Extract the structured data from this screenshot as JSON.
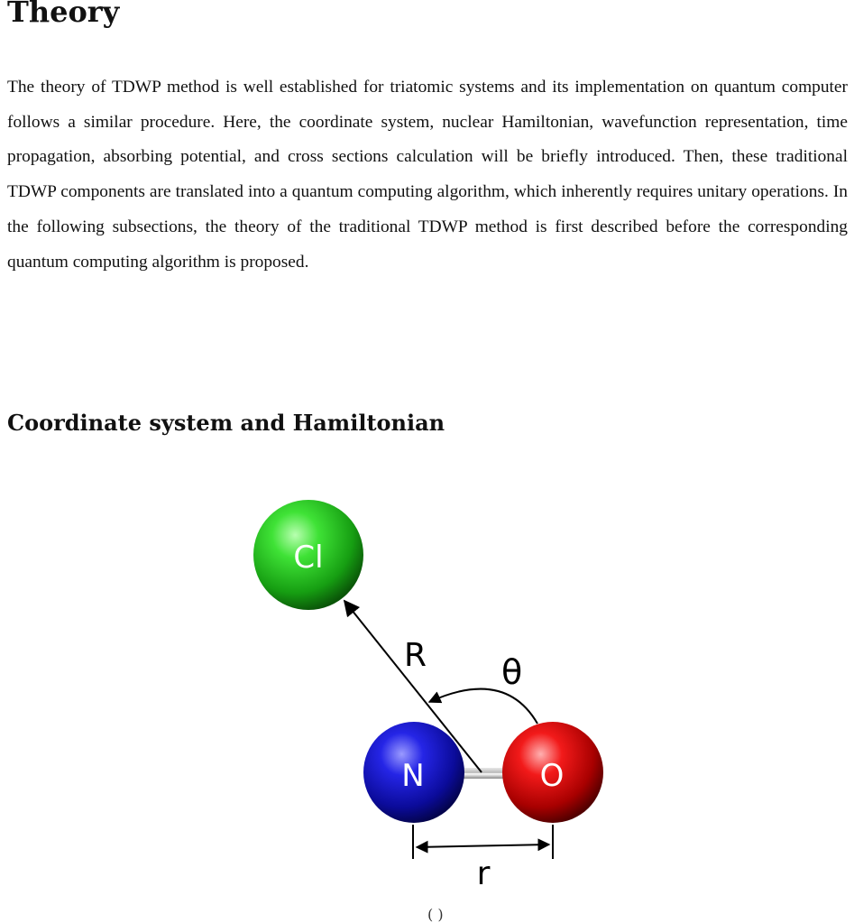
{
  "section": {
    "title": "Theory"
  },
  "paragraph": {
    "text": "The theory of TDWP method is well established for triatomic systems and its implementation on quantum computer follows a similar procedure. Here, the coordinate system, nuclear Hamiltonian, wavefunction representation, time propagation, absorbing potential, and cross sections calculation will be briefly introduced. Then, these traditional TDWP components are translated into a quantum computing algorithm, which inherently requires unitary operations. In the following subsections, the theory of the traditional TDWP method is first described before the corresponding quantum computing algorithm is proposed."
  },
  "subsection": {
    "title": "Coordinate system and Hamiltonian"
  },
  "figure": {
    "atoms": {
      "cl": "Cl",
      "n": "N",
      "o": "O"
    },
    "labels": {
      "R": "R",
      "theta": "θ",
      "r": "r"
    },
    "colors": {
      "cl": "#22c41f",
      "n": "#1010c8",
      "o": "#e00000"
    }
  },
  "caption_fragment": "( )"
}
